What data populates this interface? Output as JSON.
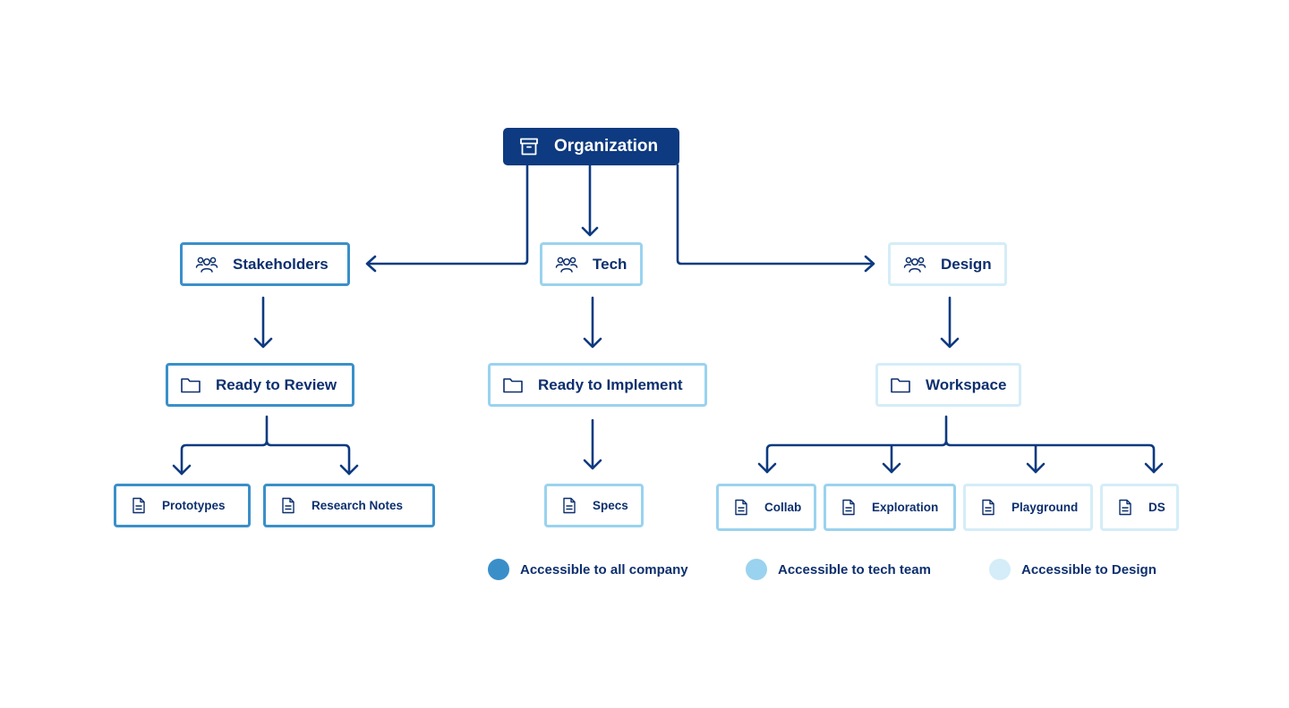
{
  "colors": {
    "primary": "#0d3a80",
    "connector": "#0d3a80",
    "text": "#0d2f6e",
    "all_company": "#3a8fc9",
    "tech_team": "#9ad3ef",
    "design": "#d4edf8"
  },
  "diagram": {
    "root": {
      "label": "Organization",
      "icon": "archive-box-icon"
    },
    "groups": [
      {
        "label": "Stakeholders",
        "icon": "users-icon",
        "access": "all_company",
        "folder": {
          "label": "Ready to Review",
          "icon": "folder-icon"
        },
        "documents": [
          {
            "label": "Prototypes",
            "icon": "document-icon"
          },
          {
            "label": "Research Notes",
            "icon": "document-icon"
          }
        ]
      },
      {
        "label": "Tech",
        "icon": "users-icon",
        "access": "tech_team",
        "folder": {
          "label": "Ready to Implement",
          "icon": "folder-icon"
        },
        "documents": [
          {
            "label": "Specs",
            "icon": "document-icon"
          }
        ]
      },
      {
        "label": "Design",
        "icon": "users-icon",
        "access": "design",
        "folder": {
          "label": "Workspace",
          "icon": "folder-icon"
        },
        "documents": [
          {
            "label": "Collab",
            "icon": "document-icon",
            "access": "tech_team"
          },
          {
            "label": "Exploration",
            "icon": "document-icon",
            "access": "tech_team"
          },
          {
            "label": "Playground",
            "icon": "document-icon",
            "access": "design"
          },
          {
            "label": "DS",
            "icon": "document-icon",
            "access": "design"
          }
        ]
      }
    ]
  },
  "legend": [
    {
      "label": "Accessible to all company",
      "color": "#3a8fc9"
    },
    {
      "label": "Accessible to tech team",
      "color": "#9ad3ef"
    },
    {
      "label": "Accessible to Design",
      "color": "#d4edf8"
    }
  ]
}
